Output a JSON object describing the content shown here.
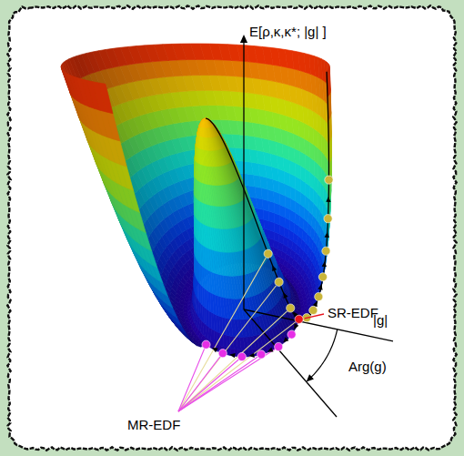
{
  "diagram": {
    "labels": [
      "E[ρ,κ,κ*; |g| ]",
      "SR-EDF",
      "|g|",
      "Arg(g)",
      "MR-EDF"
    ]
  }
}
